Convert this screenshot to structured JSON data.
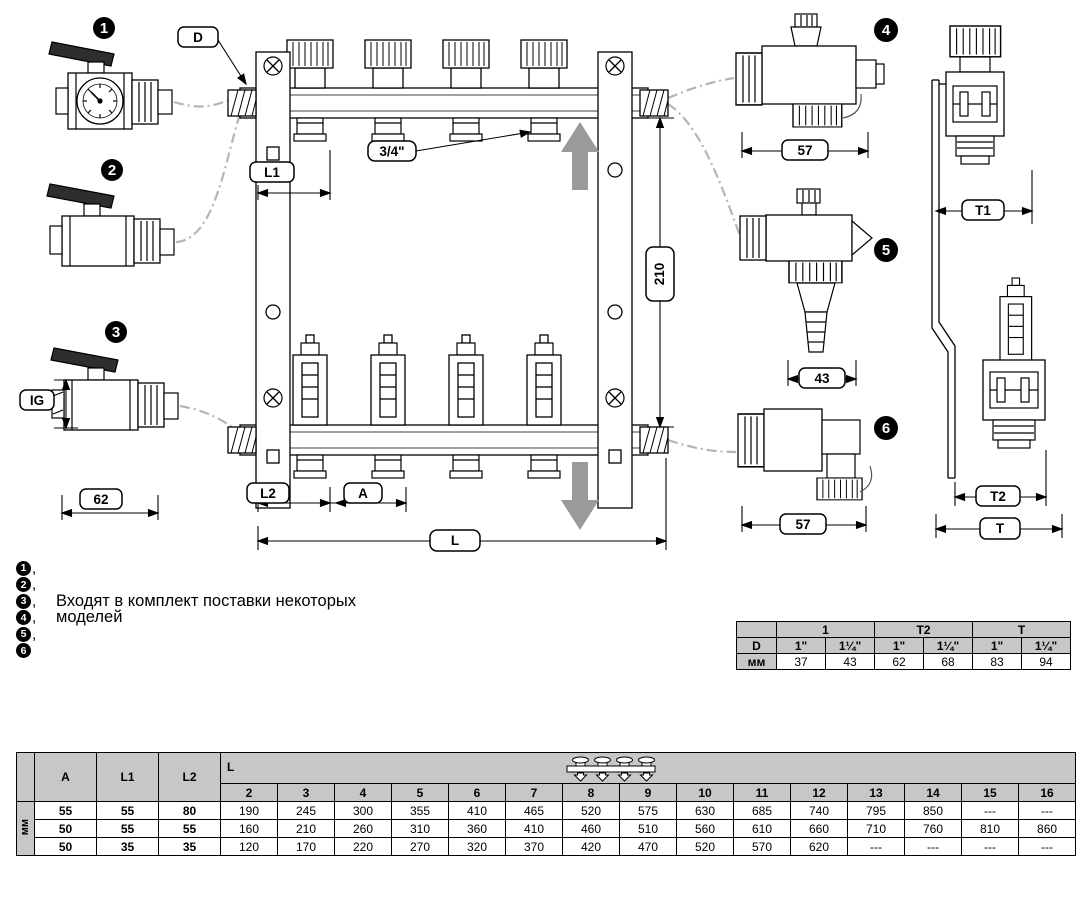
{
  "diagram": {
    "callouts": {
      "c1": "1",
      "c2": "2",
      "c3": "3",
      "c4": "4",
      "c5": "5",
      "c6": "6"
    },
    "dims": {
      "d": "D",
      "l1": "L1",
      "three_quarter": "3/4\"",
      "h210": "210",
      "l2": "L2",
      "a": "A",
      "l": "L",
      "d62": "62",
      "d57_top": "57",
      "d43": "43",
      "d57_bottom": "57",
      "t1": "T1",
      "t2": "T2",
      "t": "T",
      "ig": "IG"
    },
    "colors": {
      "line": "#000000",
      "flow_arrow": "#9a9a9a",
      "leader": "#b5b5b5",
      "header_gray": "#c7c7c7"
    }
  },
  "legend": {
    "rows": [
      {
        "num": "1",
        "suffix": ",",
        "note": ""
      },
      {
        "num": "2",
        "suffix": ",",
        "note": ""
      },
      {
        "num": "3",
        "suffix": ",",
        "note": "Входят в комплект поставки некоторых"
      },
      {
        "num": "4",
        "suffix": ",",
        "note": "моделей"
      },
      {
        "num": "5",
        "suffix": ",",
        "note": ""
      },
      {
        "num": "6",
        "suffix": "",
        "note": ""
      }
    ]
  },
  "thread_table": {
    "corner": "",
    "groups": [
      "1",
      "T2",
      "T"
    ],
    "d_label": "D",
    "sizes": [
      "1\"",
      "1¼\"",
      "1\"",
      "1¼\"",
      "1\"",
      "1¼\""
    ],
    "unit": "мм",
    "values": [
      "37",
      "43",
      "62",
      "68",
      "83",
      "94"
    ]
  },
  "size_table": {
    "unit": "мм",
    "col_a": "A",
    "col_l1": "L1",
    "col_l2": "L2",
    "col_l": "L",
    "counts": [
      "2",
      "3",
      "4",
      "5",
      "6",
      "7",
      "8",
      "9",
      "10",
      "11",
      "12",
      "13",
      "14",
      "15",
      "16"
    ],
    "rows": [
      {
        "a": "55",
        "l1": "55",
        "l2": "80",
        "l": [
          "190",
          "245",
          "300",
          "355",
          "410",
          "465",
          "520",
          "575",
          "630",
          "685",
          "740",
          "795",
          "850",
          "---",
          "---"
        ]
      },
      {
        "a": "50",
        "l1": "55",
        "l2": "55",
        "l": [
          "160",
          "210",
          "260",
          "310",
          "360",
          "410",
          "460",
          "510",
          "560",
          "610",
          "660",
          "710",
          "760",
          "810",
          "860"
        ]
      },
      {
        "a": "50",
        "l1": "35",
        "l2": "35",
        "l": [
          "120",
          "170",
          "220",
          "270",
          "320",
          "370",
          "420",
          "470",
          "520",
          "570",
          "620",
          "---",
          "---",
          "---",
          "---"
        ]
      }
    ]
  }
}
